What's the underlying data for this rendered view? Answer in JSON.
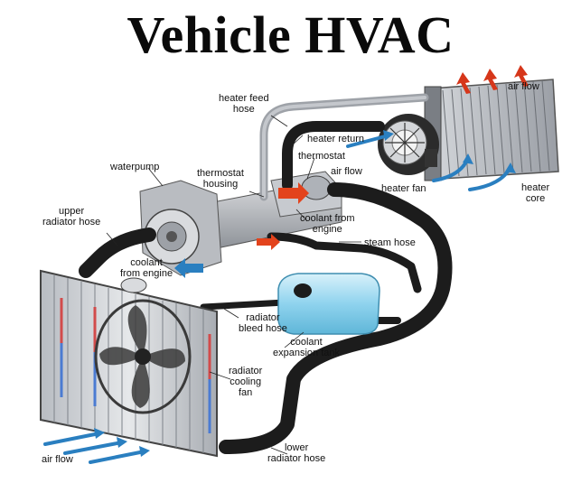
{
  "title": "Vehicle HVAC",
  "colors": {
    "hose": "#1c1c1c",
    "radiator_metal": "#c9ccd0",
    "fan": "#3a3a3a",
    "coolant": "#8fd3ee",
    "arrow_hot": "#e3431c",
    "arrow_air": "#2a7fc0"
  },
  "labels": {
    "heater_feed_hose": [
      "heater feed",
      "hose"
    ],
    "air_flow_top": "air flow",
    "heater_return": "heater return",
    "thermostat": "thermostat",
    "air_flow_mid": "air flow",
    "heater_fan": "heater fan",
    "heater_core": [
      "heater",
      "core"
    ],
    "waterpump": "waterpump",
    "thermostat_housing": [
      "thermostat",
      "housing"
    ],
    "coolant_from_engine_right": [
      "coolant from",
      "engine"
    ],
    "upper_radiator_hose": [
      "upper",
      "radiator hose"
    ],
    "steam_hose": "steam hose",
    "coolant_from_engine_left": [
      "coolant",
      "from engine"
    ],
    "radiator_bleed_hose": [
      "radiator",
      "bleed hose"
    ],
    "coolant_expansion_tank": [
      "coolant",
      "expansion tank"
    ],
    "radiator_cooling_fan": [
      "radiator",
      "cooling",
      "fan"
    ],
    "air_flow_bottom": "air flow",
    "lower_radiator_hose": [
      "lower",
      "radiator hose"
    ]
  }
}
